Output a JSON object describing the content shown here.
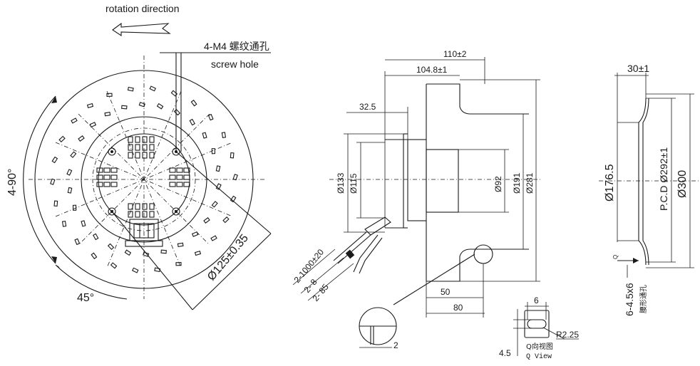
{
  "front_view": {
    "rotation_label": "rotation direction",
    "screw_label_cn": "4-M4 螺纹通孔",
    "screw_label_en": "screw hole",
    "angle_span": "4-90°",
    "pcd": "Ø125±0.35",
    "angle_45": "45°"
  },
  "side_view": {
    "dim_110": "110±2",
    "dim_104_8": "104.8±1",
    "dim_32_5": "32.5",
    "dim_d133": "Ø133",
    "dim_d115": "Ø115",
    "dim_d92": "Ø92",
    "dim_d191": "Ø191",
    "dim_d281": "Ø281",
    "cable_1": "2-1000±20",
    "cable_2": "2-   8",
    "cable_3": "2-   85",
    "dim_50": "50",
    "dim_80": "80",
    "detail_2": "2"
  },
  "q_view": {
    "dim_6": "6",
    "r225": "R2.25",
    "dim_4_5": "4.5",
    "label_cn": "Q向视图",
    "label_en": "Q View"
  },
  "ring_view": {
    "dim_30": "30±1",
    "dim_d176_5": "Ø176.5",
    "pcd_292": "P.C.D Ø292±1",
    "dim_d300": "Ø300",
    "slots": "6-4.5x6",
    "slots_cn": "腰形通孔",
    "q_mark": "Q"
  }
}
